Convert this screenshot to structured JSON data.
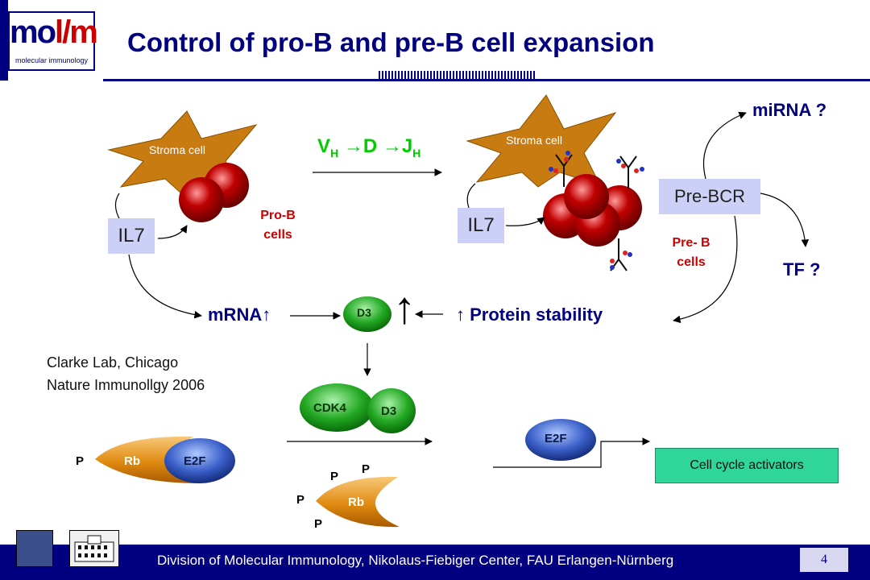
{
  "header": {
    "logo_text_main": "mo",
    "logo_text_accent": "l/m",
    "logo_subtitle": "molecular immunology",
    "title": "Control of pro-B and pre-B cell expansion"
  },
  "diagram": {
    "stroma_left": "Stroma cell",
    "stroma_right": "Stroma cell",
    "il7_left": "IL7",
    "il7_right": "IL7",
    "pro_b": "Pro-B cells",
    "pre_b": "Pre- B cells",
    "vdj": {
      "v": "V",
      "h1": "H",
      "arrow1": "→D →J",
      "h2": "H"
    },
    "mirna": "miRNA ?",
    "pre_bcr": "Pre-BCR",
    "tf": "TF ?",
    "mrna": "mRNA↑",
    "d3": "D3",
    "up_arrow": "↑",
    "protein_stability": "↑ Protein stability",
    "cdk4": "CDK4",
    "d3_complex": "D3",
    "rb": "Rb",
    "e2f_bound": "E2F",
    "p_single": "P",
    "e2f_free": "E2F",
    "rb_free": "Rb",
    "p1": "P",
    "p2": "P",
    "p3": "P",
    "p4": "P",
    "cell_cycle": "Cell cycle activators"
  },
  "citation": {
    "line1": "Clarke Lab, Chicago",
    "line2": "Nature Immunollgy 2006"
  },
  "footer": {
    "text": "Division of Molecular Immunology, Nikolaus-Fiebiger Center, FAU Erlangen-Nürnberg",
    "page": "4"
  },
  "colors": {
    "navy": "#000080",
    "stroma": "#c77b10",
    "cell_red": "#b80000",
    "green_label": "#00cc00",
    "il7_box": "#cdd0f6",
    "cell_cycle_box": "#2fd59a"
  }
}
